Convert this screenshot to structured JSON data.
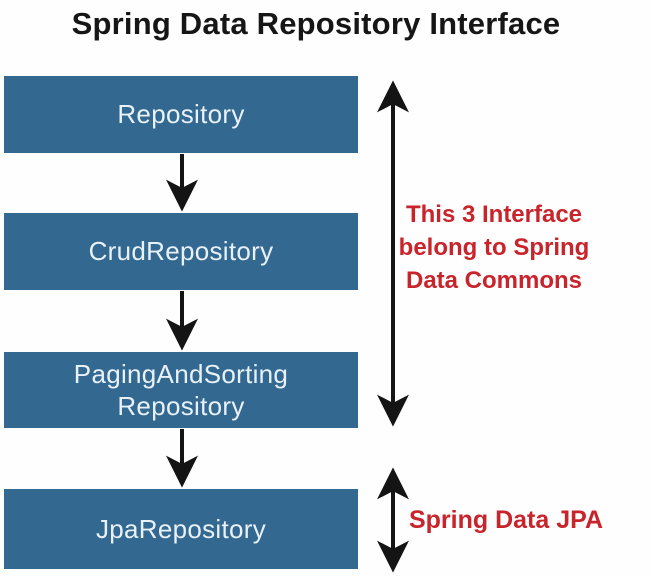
{
  "title": "Spring Data Repository Interface",
  "colors": {
    "box_blue": "#336990",
    "box_text": "#e9f1f8",
    "annotation_red": "#c8242b",
    "arrow_black": "#141414",
    "background": "#fefefe"
  },
  "boxes": [
    {
      "id": "repository",
      "label": "Repository"
    },
    {
      "id": "crud-repository",
      "label": "CrudRepository"
    },
    {
      "id": "paging-and-sorting-repository",
      "label": "PagingAndSorting Repository"
    },
    {
      "id": "jpa-repository",
      "label": "JpaRepository"
    }
  ],
  "annotations": {
    "commons": {
      "lines": [
        "This 3 Interface",
        "belong to Spring",
        "Data Commons"
      ]
    },
    "jpa": {
      "text": "Spring Data JPA"
    }
  }
}
